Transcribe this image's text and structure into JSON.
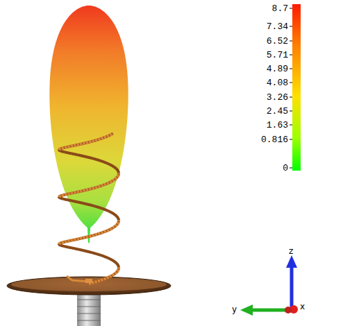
{
  "diagram": {
    "labels": [
      "8.7",
      "7.34",
      "6.52",
      "5.71",
      "4.89",
      "4.08",
      "3.26",
      "2.45",
      "1.63",
      "0.816",
      "0",
      "z",
      "y",
      "x"
    ]
  }
}
